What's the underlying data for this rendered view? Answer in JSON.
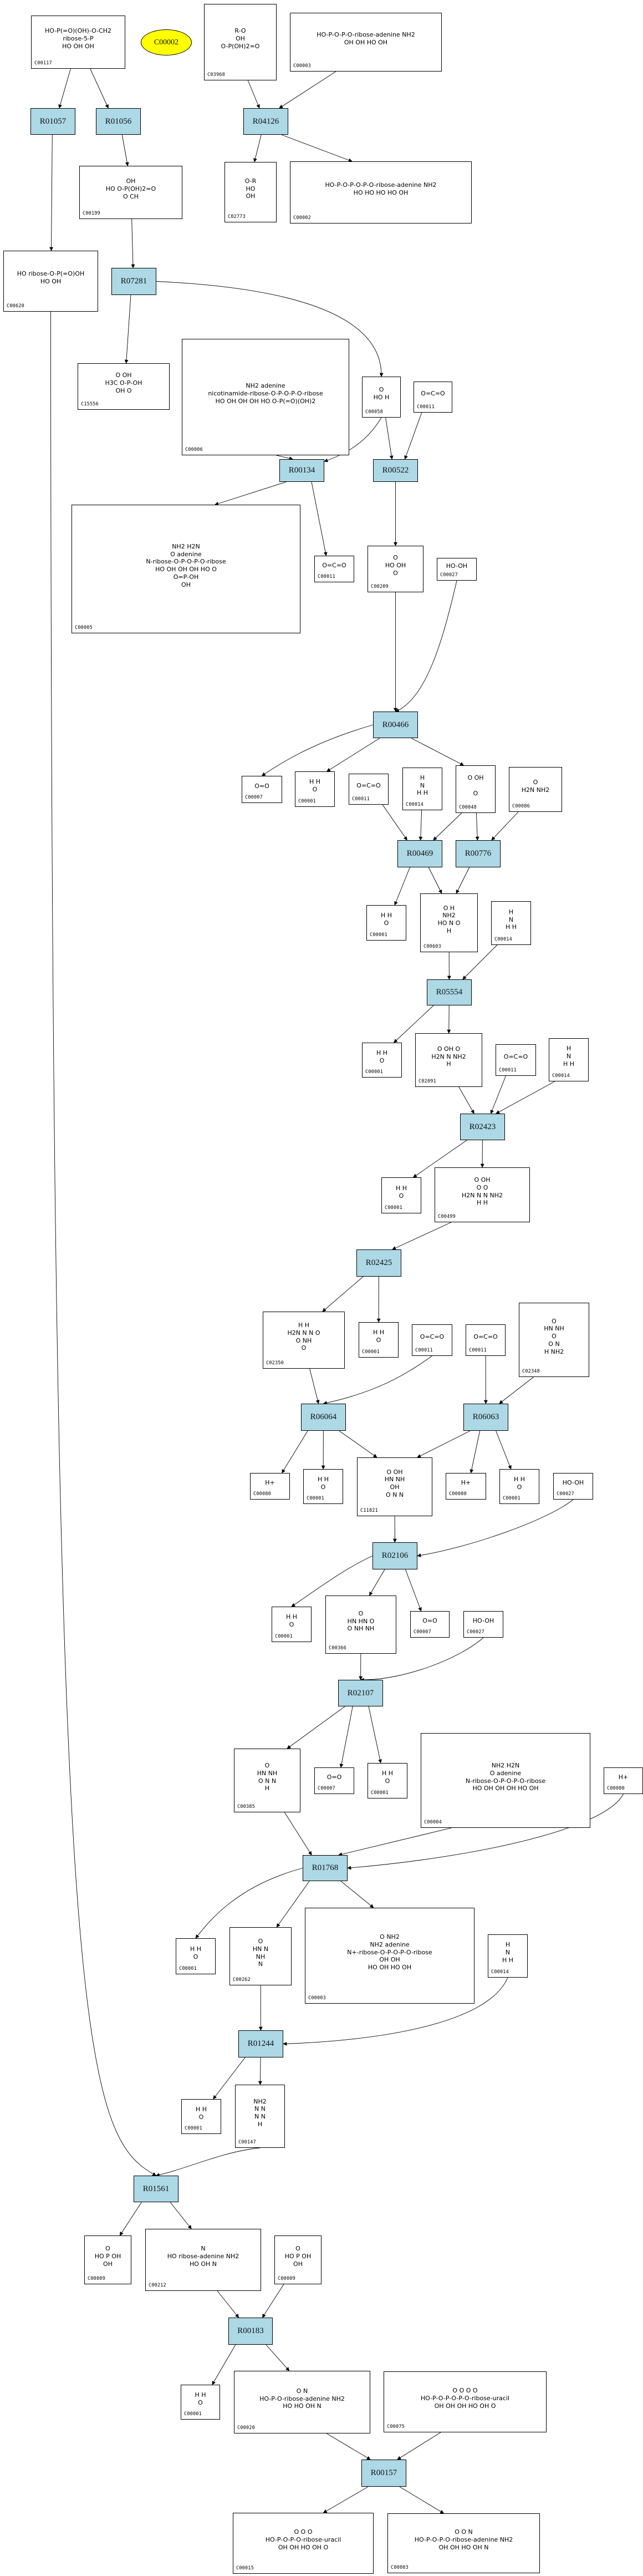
{
  "diagram": {
    "type": "metabolic-pathway-graph",
    "colors": {
      "reaction_fill": "#add8e6",
      "highlight_fill": "#ffff00",
      "compound_fill": "#ffffff",
      "edge": "#000000"
    },
    "highlighted_compound": "C00002",
    "reactions": {
      "R01057": "R01057",
      "R01056": "R01056",
      "R04126": "R04126",
      "R07281": "R07281",
      "R00134": "R00134",
      "R00522": "R00522",
      "R00466": "R00466",
      "R00469": "R00469",
      "R00776": "R00776",
      "R05554": "R05554",
      "R02423": "R02423",
      "R02425": "R02425",
      "R06064": "R06064",
      "R06063": "R06063",
      "R02106": "R02106",
      "R02107": "R02107",
      "R01768": "R01768",
      "R01244": "R01244",
      "R01561": "R01561",
      "R00183": "R00183",
      "R00157": "R00157"
    },
    "compounds": {
      "c00117": {
        "id": "C00117",
        "structure": "HO-P(=O)(OH)-O-CH2\nribose-5-P\nHO  OH  OH"
      },
      "c03968": {
        "id": "C03968",
        "structure": "R-O\n  OH\nO-P(OH)2=O"
      },
      "c00003a": {
        "id": "C00003",
        "structure": "HO-P-O-P-O-ribose-adenine   NH2\nOH  OH    HO  OH"
      },
      "c02773": {
        "id": "C02773",
        "structure": "O-R\nHO\nOH"
      },
      "c00002": {
        "id": "C00002",
        "structure": "HO-P-O-P-O-P-O-ribose-adenine  NH2\nHO  HO  HO     HO  OH"
      },
      "c00199": {
        "id": "C00199",
        "structure": "OH\nHO   O-P(OH)2=O\nO   CH"
      },
      "c00620": {
        "id": "C00620",
        "structure": "HO  ribose-O-P(=O)OH\nHO   OH"
      },
      "c15556": {
        "id": "C15556",
        "structure": "O   OH\nH3C  O-P-OH\nOH   O"
      },
      "c00006": {
        "id": "C00006",
        "structure": "NH2   adenine\nnicotinamide-ribose-O-P-O-P-O-ribose\nHO OH   OH  OH   HO  O-P(=O)(OH)2"
      },
      "c00058": {
        "id": "C00058",
        "structure": "O\nHO  H"
      },
      "c00011a": {
        "id": "C00011",
        "structure": "O=C=O"
      },
      "c00005": {
        "id": "C00005",
        "structure": "NH2          H2N\n  O        adenine\nN-ribose-O-P-O-P-O-ribose\nHO  OH   OH  OH   HO  O\n             O=P-OH\n                 OH"
      },
      "c00011b": {
        "id": "C00011",
        "structure": "O=C=O"
      },
      "c00209": {
        "id": "C00209",
        "structure": "O\nHO    OH\nO"
      },
      "c00027a": {
        "id": "C00027",
        "structure": "HO-OH"
      },
      "c00007a": {
        "id": "C00007",
        "structure": "O=O"
      },
      "c00001a": {
        "id": "C00001",
        "structure": "H  H\nO"
      },
      "c00011c": {
        "id": "C00011",
        "structure": "O=C=O"
      },
      "c00014a": {
        "id": "C00014",
        "structure": "H\nN\nH   H"
      },
      "c00048": {
        "id": "C00048",
        "structure": "O  OH\n\nO"
      },
      "c00086": {
        "id": "C00086",
        "structure": "O\nH2N   NH2"
      },
      "c00001b": {
        "id": "C00001",
        "structure": "H  H\nO"
      },
      "c00603": {
        "id": "C00603",
        "structure": "O  H\nNH2\nHO  N   O\nH"
      },
      "c00014b": {
        "id": "C00014",
        "structure": "H\nN\nH   H"
      },
      "c00001c": {
        "id": "C00001",
        "structure": "H  H\nO"
      },
      "c02091": {
        "id": "C02091",
        "structure": "O  OH  O\nH2N  N   NH2\nH"
      },
      "c00011d": {
        "id": "C00011",
        "structure": "O=C=O"
      },
      "c00014c": {
        "id": "C00014",
        "structure": "H\nN\nH   H"
      },
      "c00001d": {
        "id": "C00001",
        "structure": "H  H\nO"
      },
      "c00499": {
        "id": "C00499",
        "structure": "O  OH\nO         O\nH2N  N   N   NH2\nH   H"
      },
      "c02350": {
        "id": "C02350",
        "structure": "H    H\nH2N  N   N   O\nO       NH\nO"
      },
      "c00001e": {
        "id": "C00001",
        "structure": "H  H\nO"
      },
      "c00011e": {
        "id": "C00011",
        "structure": "O=C=O"
      },
      "c00011f": {
        "id": "C00011",
        "structure": "O=C=O"
      },
      "c02348": {
        "id": "C02348",
        "structure": "O\nHN    NH\n      O\nO    N\nH    NH2"
      },
      "c00080a": {
        "id": "C00080",
        "structure": "H+"
      },
      "c00001f": {
        "id": "C00001",
        "structure": "H  H\nO"
      },
      "c11821": {
        "id": "C11821",
        "structure": "O  OH\nHN      NH\n          OH\nO   N   N"
      },
      "c00080b": {
        "id": "C00080",
        "structure": "H+"
      },
      "c00001g": {
        "id": "C00001",
        "structure": "H  H\nO"
      },
      "c00027b": {
        "id": "C00027",
        "structure": "HO-OH"
      },
      "c00001h": {
        "id": "C00001",
        "structure": "H  H\nO"
      },
      "c00366": {
        "id": "C00366",
        "structure": "O\nHN     HN  O\nO   NH  NH"
      },
      "c00007b": {
        "id": "C00007",
        "structure": "O=O"
      },
      "c00027c": {
        "id": "C00027",
        "structure": "HO-OH"
      },
      "c00385": {
        "id": "C00385",
        "structure": "O\nHN      NH\nO   N   N\nH"
      },
      "c00007c": {
        "id": "C00007",
        "structure": "O=O"
      },
      "c00001i": {
        "id": "C00001",
        "structure": "H  H\nO"
      },
      "c00004": {
        "id": "C00004",
        "structure": "NH2            H2N\n   O         adenine\nN-ribose-O-P-O-P-O-ribose\nHO  OH    OH  OH    HO  OH"
      },
      "c00080c": {
        "id": "C00080",
        "structure": "H+"
      },
      "c00001j": {
        "id": "C00001",
        "structure": "H  H\nO"
      },
      "c00262": {
        "id": "C00262",
        "structure": "O\nHN    N\n       NH\nN"
      },
      "c00003b": {
        "id": "C00003",
        "structure": "O           NH2\nNH2      adenine\nN+-ribose-O-P-O-P-O-ribose\nOH  OH\nHO  OH       HO  OH"
      },
      "c00014d": {
        "id": "C00014",
        "structure": "H\nN\nH   H"
      },
      "c00001k": {
        "id": "C00001",
        "structure": "H  H\nO"
      },
      "c00147": {
        "id": "C00147",
        "structure": "NH2\nN     N\nN   N\nH"
      },
      "c00009a": {
        "id": "C00009",
        "structure": "O\nHO P OH\nOH"
      },
      "c00212": {
        "id": "C00212",
        "structure": "N\nHO  ribose-adenine  NH2\nHO  OH    N"
      },
      "c00009b": {
        "id": "C00009",
        "structure": "O\nHO P OH\nOH"
      },
      "c00001l": {
        "id": "C00001",
        "structure": "H  H\nO"
      },
      "c00020": {
        "id": "C00020",
        "structure": "O             N\nHO-P-O-ribose-adenine  NH2\nHO    HO  OH   N"
      },
      "c00075": {
        "id": "C00075",
        "structure": "O   O   O            O\nHO-P-O-P-O-P-O-ribose-uracil\nOH  OH  OH   HO  OH  O"
      },
      "c00015": {
        "id": "C00015",
        "structure": "O   O             O\nHO-P-O-P-O-ribose-uracil\nOH  OH   HO  OH  O"
      },
      "c00003c": {
        "id": "C00003",
        "structure": "O   O          N\nHO-P-O-P-O-ribose-adenine  NH2\nOH  OH   HO  OH   N"
      }
    },
    "edges": [
      [
        "c00117",
        "R01057"
      ],
      [
        "c00117",
        "R01056"
      ],
      [
        "R01057",
        "c00620"
      ],
      [
        "R01056",
        "c00199"
      ],
      [
        "c03968",
        "R04126"
      ],
      [
        "c00003a",
        "R04126"
      ],
      [
        "R04126",
        "c02773"
      ],
      [
        "R04126",
        "c00002"
      ],
      [
        "c00199",
        "R07281"
      ],
      [
        "R07281",
        "c15556"
      ],
      [
        "R07281",
        "c00058"
      ],
      [
        "c00006",
        "R00134"
      ],
      [
        "c00058",
        "R00134"
      ],
      [
        "c00058",
        "R00522"
      ],
      [
        "c00011a",
        "R00522"
      ],
      [
        "R00134",
        "c00005"
      ],
      [
        "R00134",
        "c00011b"
      ],
      [
        "R00522",
        "c00209"
      ],
      [
        "c00209",
        "R00466"
      ],
      [
        "c00027a",
        "R00466"
      ],
      [
        "R00466",
        "c00007a"
      ],
      [
        "R00466",
        "c00001a"
      ],
      [
        "R00466",
        "c00048"
      ],
      [
        "c00011c",
        "R00469"
      ],
      [
        "c00014a",
        "R00469"
      ],
      [
        "c00048",
        "R00469"
      ],
      [
        "c00048",
        "R00776"
      ],
      [
        "c00086",
        "R00776"
      ],
      [
        "R00469",
        "c00001b"
      ],
      [
        "R00469",
        "c00603"
      ],
      [
        "R00776",
        "c00603"
      ],
      [
        "c00603",
        "R05554"
      ],
      [
        "c00014b",
        "R05554"
      ],
      [
        "R05554",
        "c00001c"
      ],
      [
        "R05554",
        "c02091"
      ],
      [
        "c02091",
        "R02423"
      ],
      [
        "c00011d",
        "R02423"
      ],
      [
        "c00014c",
        "R02423"
      ],
      [
        "R02423",
        "c00001d"
      ],
      [
        "R02423",
        "c00499"
      ],
      [
        "c00499",
        "R02425"
      ],
      [
        "R02425",
        "c02350"
      ],
      [
        "R02425",
        "c00001e"
      ],
      [
        "c02350",
        "R06064"
      ],
      [
        "c00011e",
        "R06064"
      ],
      [
        "c00011f",
        "R06063"
      ],
      [
        "c02348",
        "R06063"
      ],
      [
        "R06064",
        "c00080a"
      ],
      [
        "R06064",
        "c00001f"
      ],
      [
        "R06064",
        "c11821"
      ],
      [
        "R06063",
        "c11821"
      ],
      [
        "R06063",
        "c00080b"
      ],
      [
        "R06063",
        "c00001g"
      ],
      [
        "c11821",
        "R02106"
      ],
      [
        "c00027b",
        "R02106"
      ],
      [
        "R02106",
        "c00001h"
      ],
      [
        "R02106",
        "c00366"
      ],
      [
        "R02106",
        "c00007b"
      ],
      [
        "c00366",
        "R02107"
      ],
      [
        "c00027c",
        "R02107"
      ],
      [
        "R02107",
        "c00385"
      ],
      [
        "R02107",
        "c00007c"
      ],
      [
        "R02107",
        "c00001i"
      ],
      [
        "c00385",
        "R01768"
      ],
      [
        "c00004",
        "R01768"
      ],
      [
        "c00080c",
        "R01768"
      ],
      [
        "R01768",
        "c00001j"
      ],
      [
        "R01768",
        "c00262"
      ],
      [
        "R01768",
        "c00003b"
      ],
      [
        "c00262",
        "R01244"
      ],
      [
        "c00014d",
        "R01244"
      ],
      [
        "R01244",
        "c00001k"
      ],
      [
        "R01244",
        "c00147"
      ],
      [
        "c00620",
        "R01561"
      ],
      [
        "c00147",
        "R01561"
      ],
      [
        "R01561",
        "c00009a"
      ],
      [
        "R01561",
        "c00212"
      ],
      [
        "c00212",
        "R00183"
      ],
      [
        "c00009b",
        "R00183"
      ],
      [
        "R00183",
        "c00001l"
      ],
      [
        "R00183",
        "c00020"
      ],
      [
        "c00020",
        "R00157"
      ],
      [
        "c00075",
        "R00157"
      ],
      [
        "R00157",
        "c00015"
      ],
      [
        "R00157",
        "c00003c"
      ]
    ]
  }
}
